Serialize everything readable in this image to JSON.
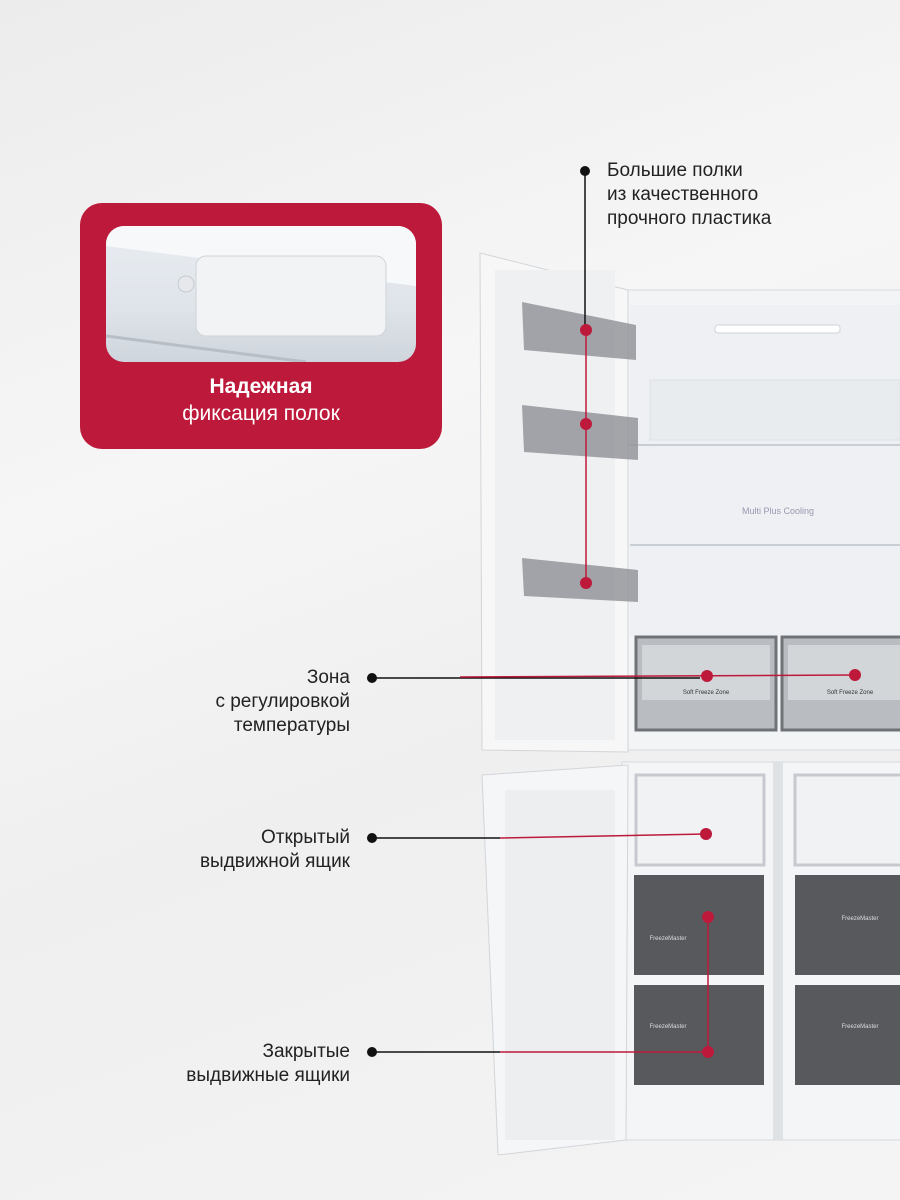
{
  "card": {
    "title": "Надежная",
    "subtitle": "фиксация полок"
  },
  "callouts": {
    "shelves": [
      "Большие полки",
      "из качественного",
      "прочного пластика"
    ],
    "zone": [
      "Зона",
      "с регулировкой",
      "температуры"
    ],
    "open_drawer": [
      "Открытый",
      "выдвижной ящик"
    ],
    "closed_drawers": [
      "Закрытые",
      "выдвижные ящики"
    ]
  },
  "fridge": {
    "panel_text": "Multi Plus Cooling",
    "zone_label": "Soft Freeze Zone",
    "drawer_label": "FreezeMaster"
  },
  "colors": {
    "accent": "#bd1a3b",
    "marker": "#111111"
  }
}
